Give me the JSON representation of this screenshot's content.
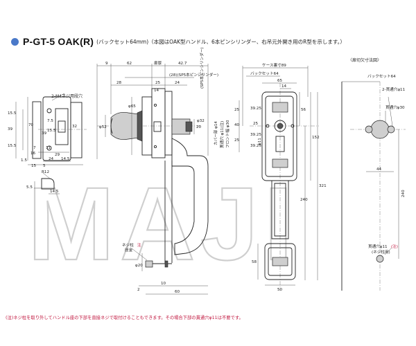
{
  "header": {
    "model": "P-GT-5 OAK(R)",
    "model_note": "(バックセット64mm)",
    "description": "（本図はOAK型ハンドル、6本ピンシリンダー、右吊元外開き用のR型を示します。）"
  },
  "watermark": "MAJI",
  "footer_note": "(注)ネジ柱を取り外してハンドル座の下部を直接ネジで取付けることもできます。その場合下部の貫通穴φ11は不要です。",
  "door_cut": {
    "title": "〈扉切欠寸法図〉",
    "backset": "バックセット64",
    "holes_2": "2-貫通穴φ11",
    "through_30": "貫通穴φ30",
    "dim_44": "44",
    "dim_240": "240",
    "through_11": "貫通穴φ11",
    "note": "(注)",
    "screw_post": "(ネジ柱用)"
  },
  "strike": {
    "screw_holes": "2-M4ネジ用段穴",
    "dims": [
      "15.5",
      "39",
      "15.5",
      "70",
      "7.5",
      "39",
      "15.5",
      "32",
      "7",
      "16",
      "11",
      "29",
      "24",
      "14.5",
      "5",
      "15",
      "1.5"
    ]
  },
  "latch": {
    "dims": [
      "R12",
      "5.5",
      "14.5"
    ]
  },
  "side": {
    "top_dims": [
      "9",
      "62",
      "扉厚",
      "42.7",
      "(28)(SP5本ピンシリンダー)",
      "28",
      "25",
      "24",
      "14",
      "20"
    ],
    "dia": [
      "φ65",
      "φ52",
      "φ32"
    ],
    "cyl_note": "(SP5本ピンシリンダー)",
    "labels": [
      "ネジ柱",
      "注",
      "座金"
    ],
    "bottom_dims": [
      "φ20",
      "2",
      "10",
      "60"
    ]
  },
  "front": {
    "top_dims": [
      "ケース裏寸89",
      "バックセット64",
      "65",
      "14"
    ],
    "right_dims": [
      "56",
      "39.25",
      "25",
      "39.25",
      "39.25",
      "152",
      "240",
      "321"
    ],
    "left_dims": [
      "25",
      "40",
      "25",
      "58"
    ],
    "labels": [
      "カバー部 φ14",
      "貫通穴 φ11(注)",
      "フロント幅 φ30",
      "φ11"
    ],
    "bottom_dims": [
      "50"
    ]
  },
  "colors": {
    "accent": "#4a79c9",
    "note": "#c0143c"
  }
}
